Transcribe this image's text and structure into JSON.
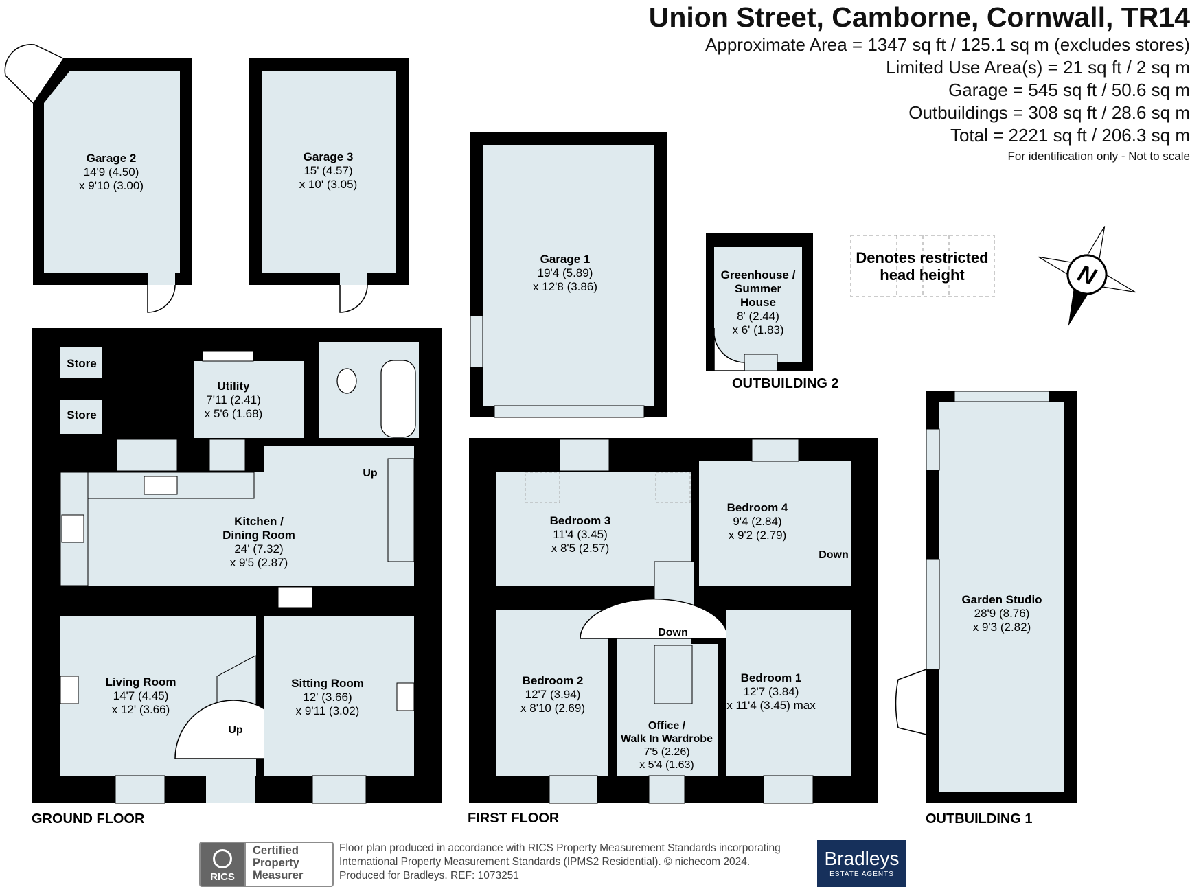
{
  "header": {
    "title": "Union Street, Camborne, Cornwall, TR14",
    "lines": [
      "Approximate Area = 1347 sq ft / 125.1 sq m (excludes stores)",
      "Limited Use Area(s) = 21 sq ft / 2 sq m",
      "Garage = 545 sq ft / 50.6 sq m",
      "Outbuildings = 308 sq ft / 28.6 sq m",
      "Total = 2221 sq ft / 206.3 sq m"
    ],
    "note": "For identification only - Not to scale"
  },
  "rooms": {
    "garage2": [
      "Garage 2",
      "14'9 (4.50)",
      "x 9'10 (3.00)"
    ],
    "garage3": [
      "Garage 3",
      "15' (4.57)",
      "x 10' (3.05)"
    ],
    "garage1": [
      "Garage 1",
      "19'4 (5.89)",
      "x 12'8 (3.86)"
    ],
    "greenhouse": [
      "Greenhouse /",
      "Summer",
      "House",
      "8' (2.44)",
      "x 6' (1.83)"
    ],
    "utility": [
      "Utility",
      "7'11 (2.41)",
      "x 5'6 (1.68)"
    ],
    "kitchen": [
      "Kitchen /",
      "Dining Room",
      "24' (7.32)",
      "x 9'5 (2.87)"
    ],
    "living": [
      "Living Room",
      "14'7 (4.45)",
      "x 12' (3.66)"
    ],
    "sitting": [
      "Sitting Room",
      "12' (3.66)",
      "x 9'11 (3.02)"
    ],
    "bedroom3": [
      "Bedroom 3",
      "11'4 (3.45)",
      "x 8'5 (2.57)"
    ],
    "bedroom4": [
      "Bedroom 4",
      "9'4 (2.84)",
      "x 9'2 (2.79)"
    ],
    "bedroom2": [
      "Bedroom 2",
      "12'7 (3.94)",
      "x 8'10 (2.69)"
    ],
    "bedroom1": [
      "Bedroom 1",
      "12'7 (3.84)",
      "x 11'4 (3.45) max"
    ],
    "office": [
      "Office /",
      "Walk In Wardrobe",
      "7'5 (2.26)",
      "x 5'4 (1.63)"
    ],
    "studio": [
      "Garden Studio",
      "28'9 (8.76)",
      "x 9'3 (2.82)"
    ],
    "store_label": "Store"
  },
  "stairs": {
    "up": "Up",
    "down": "Down"
  },
  "floors": {
    "ground": "GROUND FLOOR",
    "first": "FIRST FLOOR",
    "outbuilding1": "OUTBUILDING 1",
    "outbuilding2": "OUTBUILDING 2"
  },
  "legend": [
    "Denotes restricted",
    "head height"
  ],
  "compass": "N",
  "footer": {
    "lines": [
      "Floor plan produced in accordance with RICS Property Measurement Standards incorporating",
      "International Property Measurement Standards (IPMS2 Residential).  © nichecom 2024.",
      "Produced for Bradleys.   REF: 1073251"
    ],
    "rics_seal": "RICS",
    "rics_cert": [
      "Certified",
      "Property",
      "Measurer"
    ],
    "agent_name": "Bradleys",
    "agent_sub": "ESTATE AGENTS"
  },
  "colors": {
    "room_fill": "#dfeaee",
    "wall": "#000000",
    "agent_bg": "#16305b"
  }
}
